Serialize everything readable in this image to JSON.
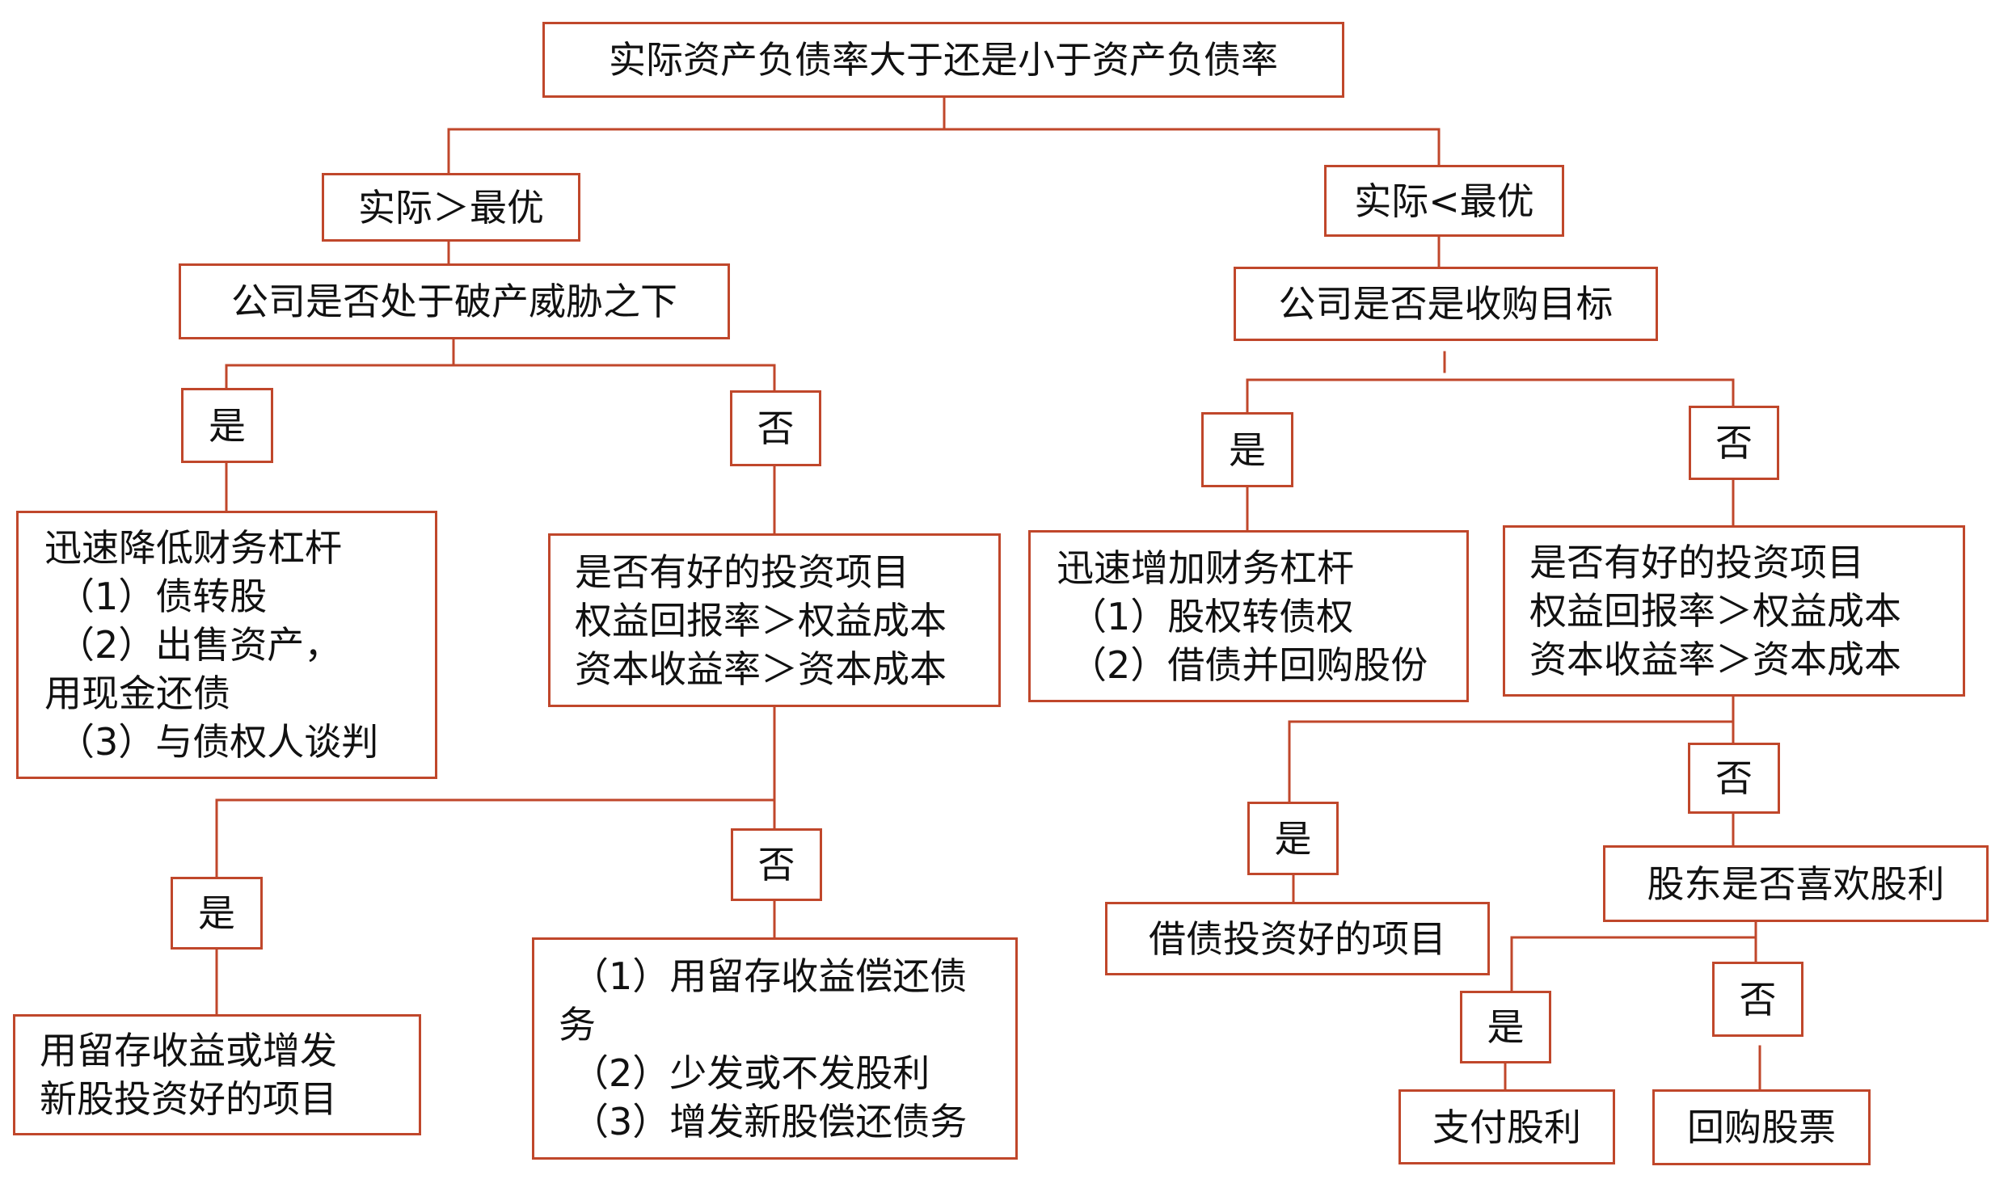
{
  "diagram": {
    "root": "实际资产负债率大于还是小于资产负债率",
    "left_branch": "实际＞最优",
    "right_branch": "实际<最优",
    "left_question": "公司是否处于破产威胁之下",
    "right_question": "公司是否是收购目标",
    "yes": "是",
    "no": "否",
    "left_yes_box": [
      "迅速降低财务杠杆",
      "（1）债转股",
      "（2）出售资产，",
      "用现金还债",
      "（3）与债权人谈判"
    ],
    "left_no_box": [
      "是否有好的投资项目",
      "权益回报率＞权益成本",
      "资本收益率＞资本成本"
    ],
    "left_no_yes_box": [
      "用留存收益或增发",
      "新股投资好的项目"
    ],
    "left_no_no_box": [
      "（1）用留存收益偿还债",
      "务",
      "（2）少发或不发股利",
      "（3）增发新股偿还债务"
    ],
    "right_yes_box": [
      "迅速增加财务杠杆",
      "（1）股权转债权",
      "（2）借债并回购股份"
    ],
    "right_no_box": [
      "是否有好的投资项目",
      "权益回报率＞权益成本",
      "资本收益率＞资本成本"
    ],
    "right_no_yes_box": "借债投资好的项目",
    "right_no_no_question": "股东是否喜欢股利",
    "dividend_yes_box": "支付股利",
    "dividend_no_box": "回购股票",
    "colors": {
      "border": "#C0472B",
      "connector": "#C0472B",
      "text": "#111111"
    }
  }
}
